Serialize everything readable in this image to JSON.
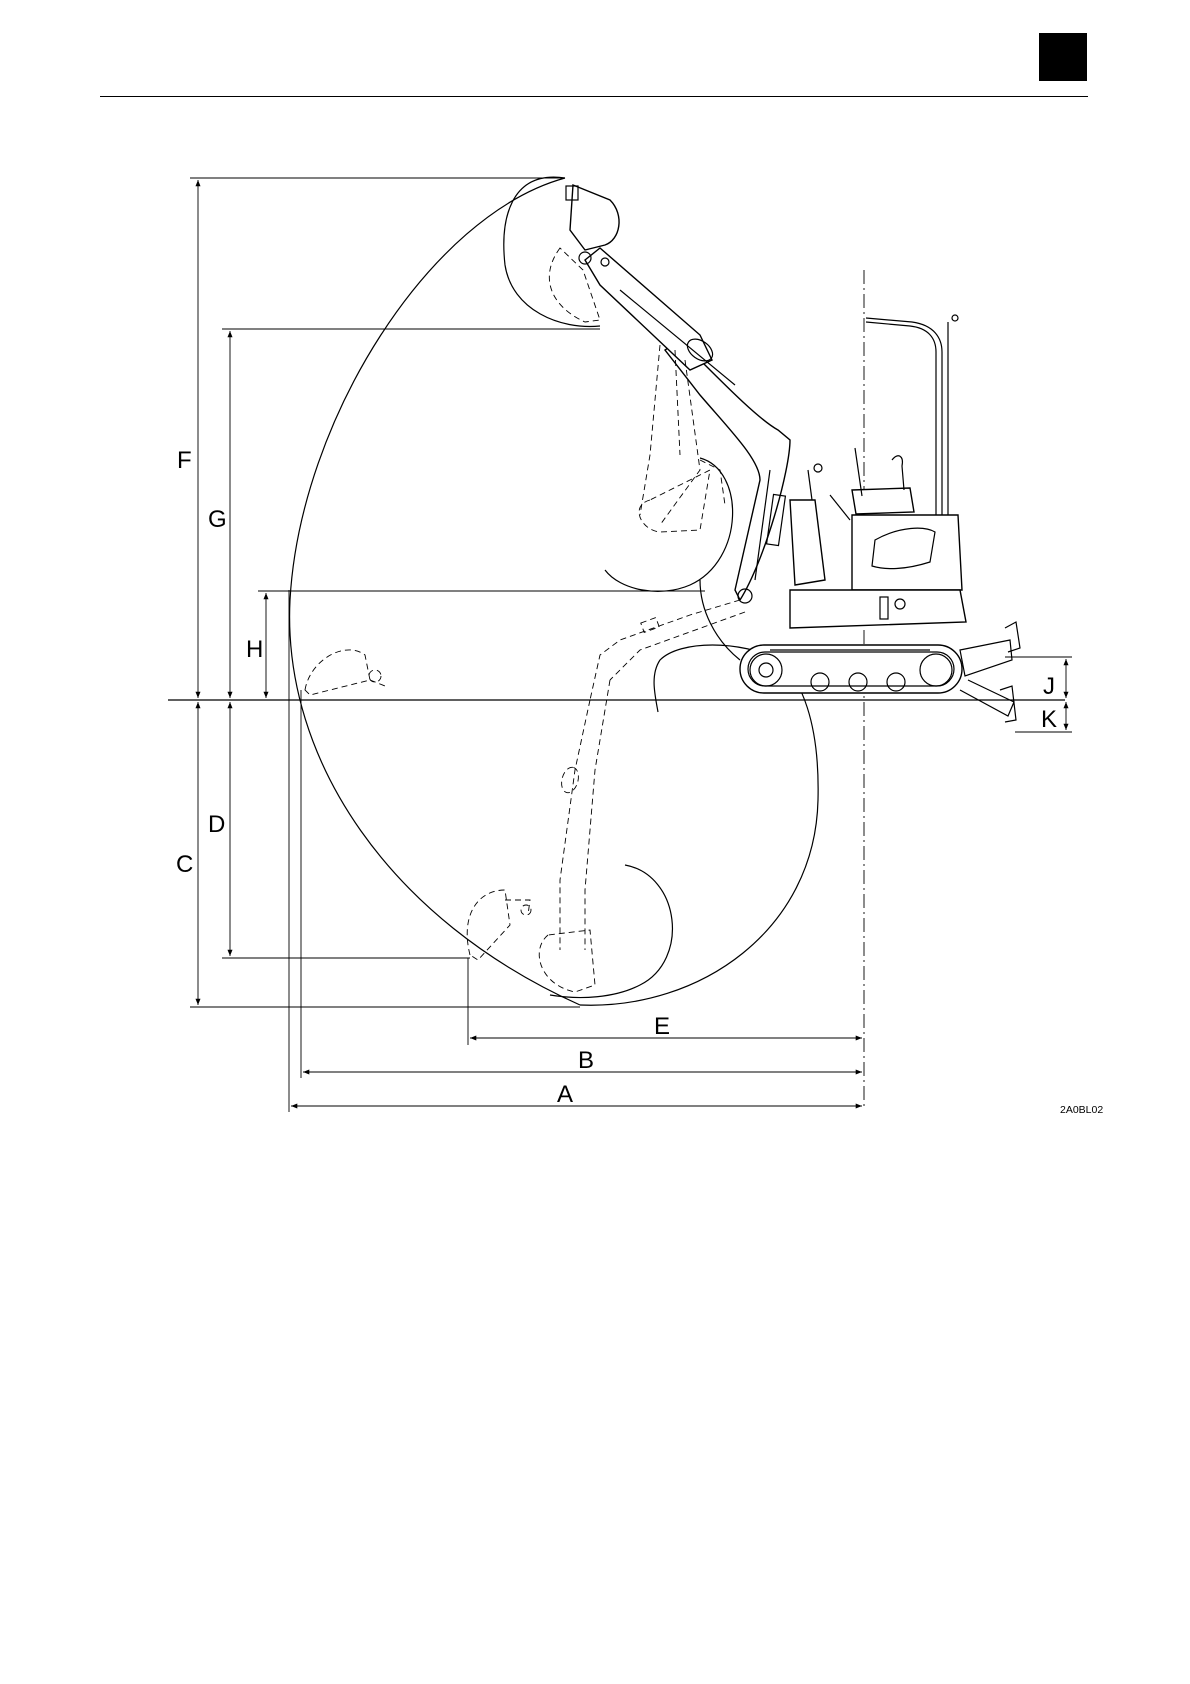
{
  "figure": {
    "code": "2A0BL02",
    "dimension_labels": {
      "A": "A",
      "B": "B",
      "C": "C",
      "D": "D",
      "E": "E",
      "F": "F",
      "G": "G",
      "H": "H",
      "J": "J",
      "K": "K"
    }
  }
}
